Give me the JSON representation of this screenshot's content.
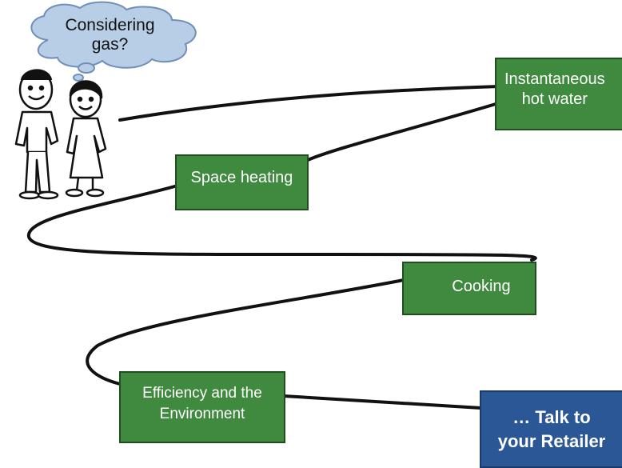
{
  "thought": "Considering\ngas?",
  "stops": [
    {
      "label": "Instantaneous\nhot water"
    },
    {
      "label": "Space heating"
    },
    {
      "label": "Cooking"
    },
    {
      "label": "Efficiency and the\nEnvironment"
    }
  ],
  "destination": "… Talk to\nyour Retailer",
  "colors": {
    "path": "#111111",
    "stop_fill": "#3f8a3f",
    "stop_border": "#1f4f1f",
    "destination_fill": "#2b5797",
    "cloud_fill": "#b8cde6",
    "cloud_stroke": "#6f8fb8"
  },
  "icons": [
    "thought-cloud-icon",
    "stick-figure-man-icon",
    "stick-figure-woman-icon",
    "arrow-icon"
  ]
}
